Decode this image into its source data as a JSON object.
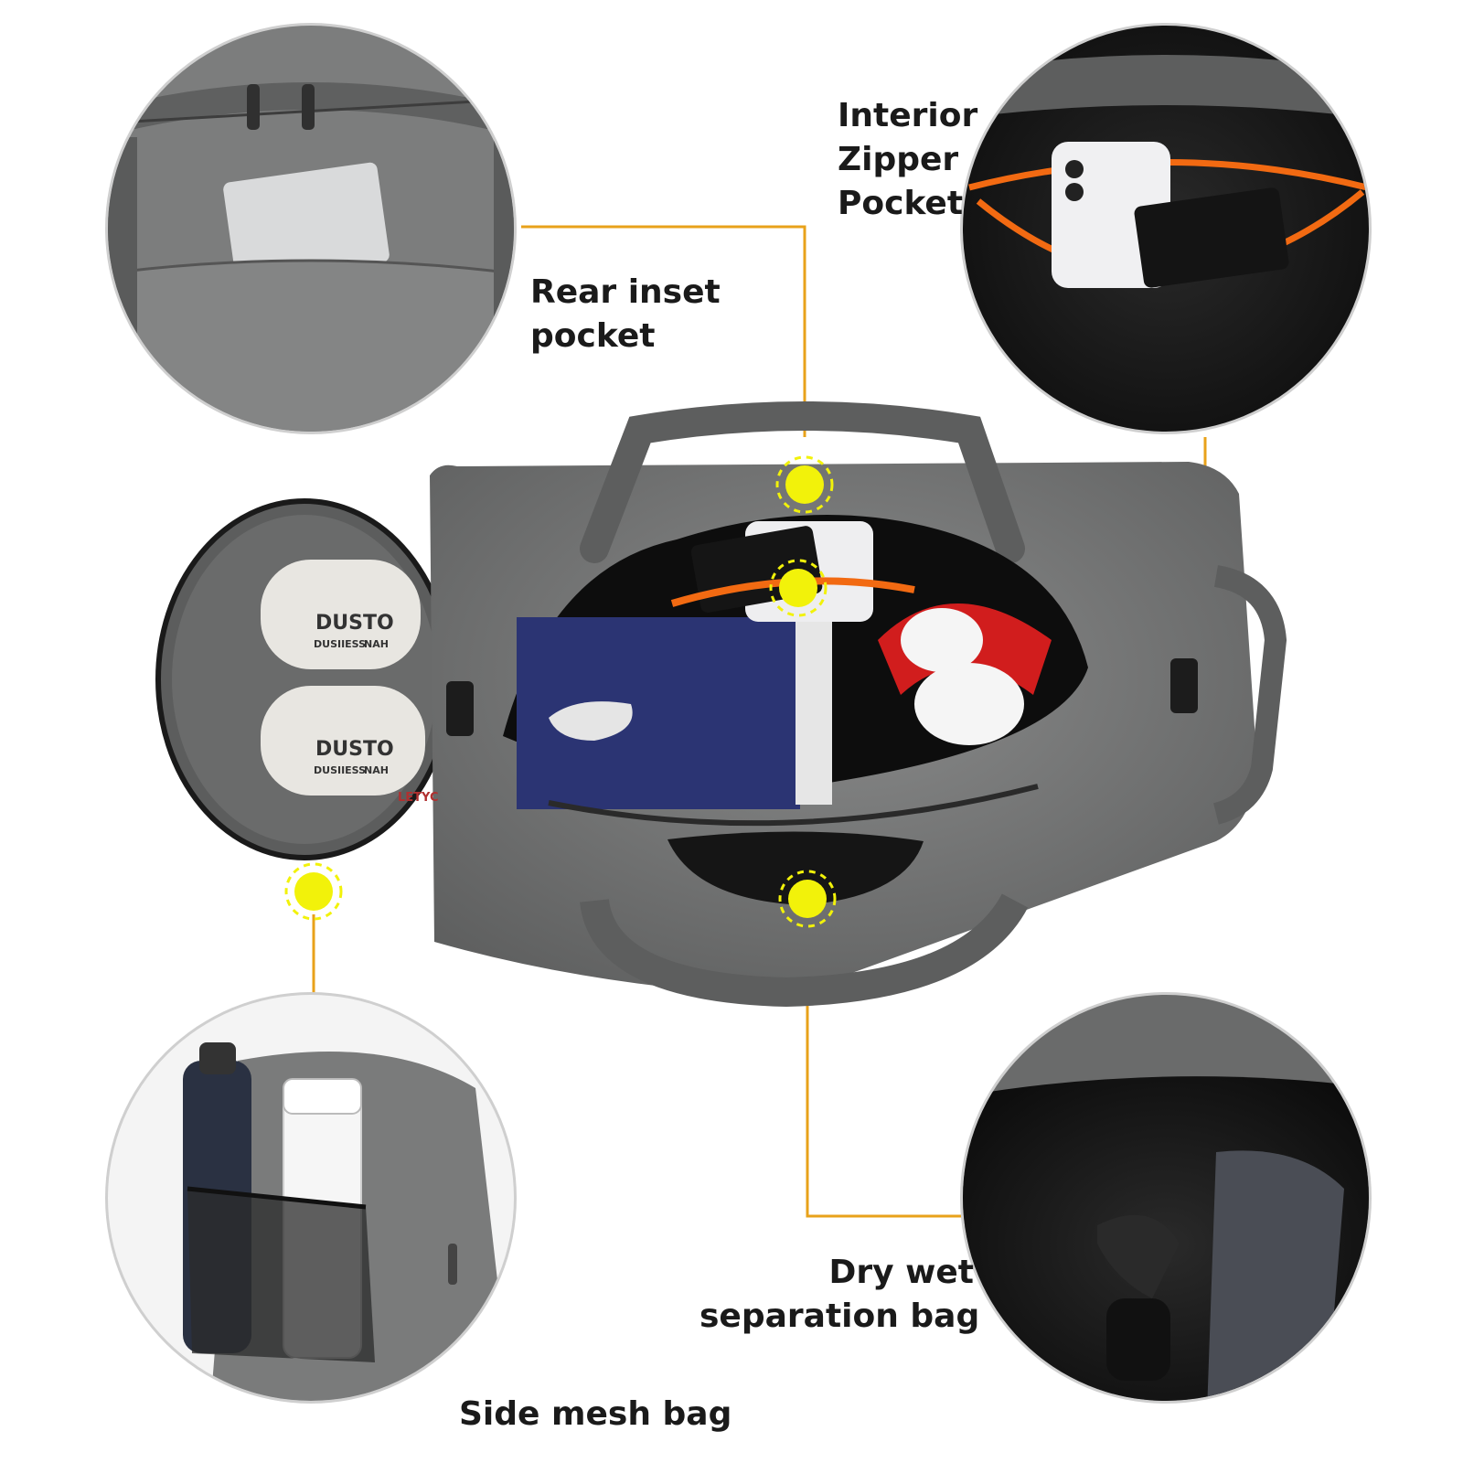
{
  "callouts": {
    "rear_pocket": {
      "line1": "Rear inset",
      "line2": "pocket"
    },
    "interior_pocket": {
      "line1": "Interior",
      "line2": "Zipper",
      "line3": "Pocket"
    },
    "wet_dry": {
      "line1": "Dry wet",
      "line2": "separation bag"
    },
    "side_mesh": {
      "line1": "Side mesh bag"
    }
  },
  "product_print": {
    "shoe_brand": "DUSTO",
    "shoe_sub": "DUSIIESS",
    "shoe_tag": "NAH",
    "shoe_print": "LETYC"
  },
  "colors": {
    "accent_line": "#E8A21A",
    "marker": "#F2F20A",
    "bag_gray": "#6E6F6F",
    "zipper_orange": "#F26A12"
  }
}
